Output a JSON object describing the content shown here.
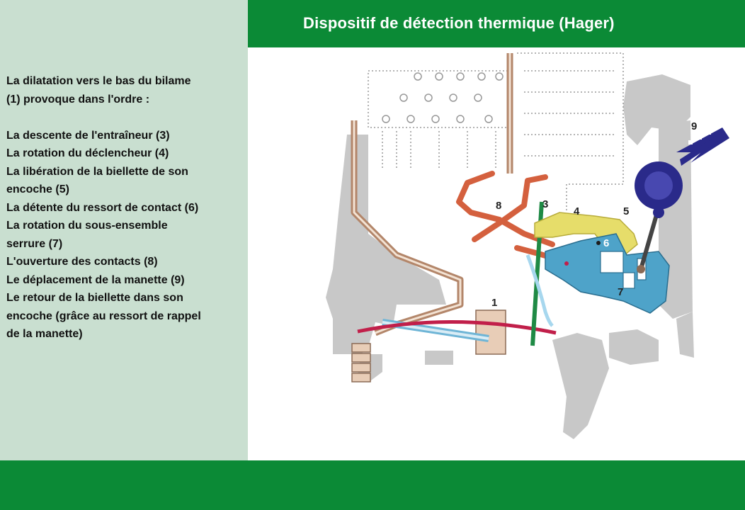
{
  "header": {
    "title": "Dispositif de détection thermique (Hager)"
  },
  "sidebar": {
    "intro": [
      "La dilatation vers le bas du bilame",
      "(1) provoque dans l'ordre :"
    ],
    "steps": [
      "La descente de l'entraîneur (3)",
      "La rotation du déclencheur (4)",
      "La libération de la biellette de son",
      "encoche (5)",
      "La détente du ressort de contact (6)",
      "La rotation du sous-ensemble",
      "serrure (7)",
      "L'ouverture des contacts (8)",
      "Le déplacement de la manette (9)",
      "Le retour de la biellette dans son",
      "encoche (grâce au ressort de rappel",
      "de la manette)"
    ]
  },
  "diagram": {
    "labels": {
      "l1": "1",
      "l3": "3",
      "l4": "4",
      "l5": "5",
      "l6": "6",
      "l7": "7",
      "l8": "8",
      "l9": "9"
    },
    "colors": {
      "housing": "#c8c8c8",
      "bimetal": "#b3866a",
      "contact": "#d4603e",
      "driver": "#1f8a45",
      "trigger": "#e6dd6a",
      "lock": "#4ea3c9",
      "handle": "#2a2a8a",
      "spring": "#c11f4a"
    }
  }
}
